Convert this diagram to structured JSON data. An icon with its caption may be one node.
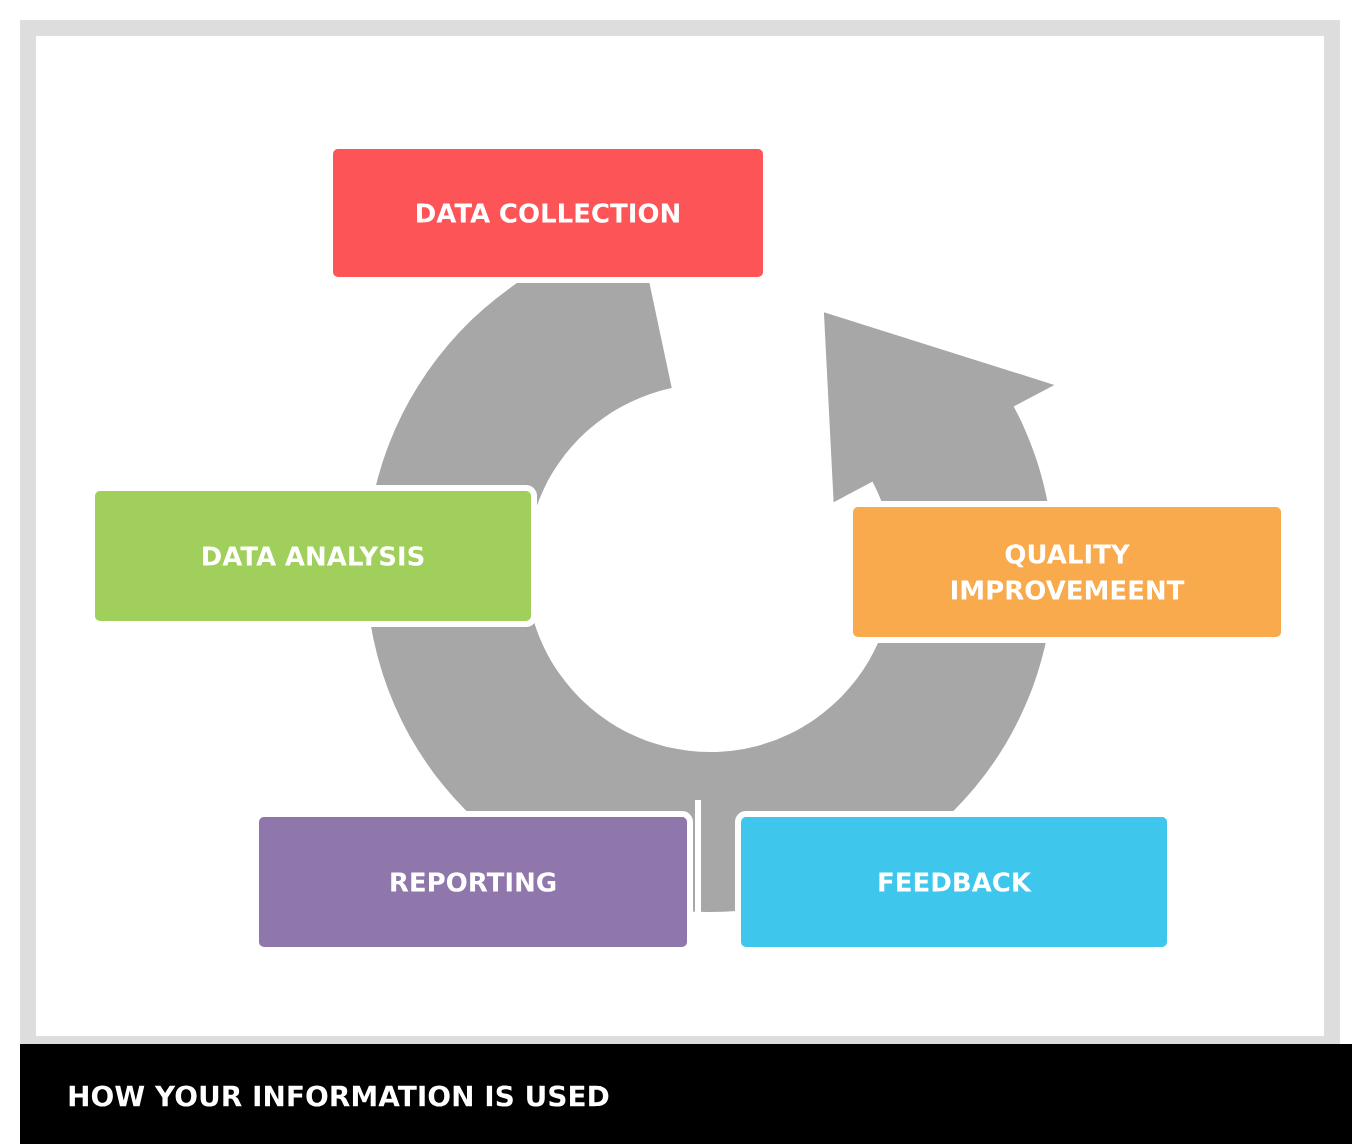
{
  "diagram": {
    "title": "HOW YOUR INFORMATION IS USED",
    "nodes": [
      {
        "text": [
          "DATA COLLECTION"
        ]
      },
      {
        "text": [
          "QUALITY IMPROVEMEENT"
        ]
      },
      {
        "text": [
          "FEEDBACK"
        ]
      },
      {
        "text": [
          "REPORTING"
        ]
      },
      {
        "text": [
          "DATA ANALYSIS"
        ]
      }
    ]
  }
}
